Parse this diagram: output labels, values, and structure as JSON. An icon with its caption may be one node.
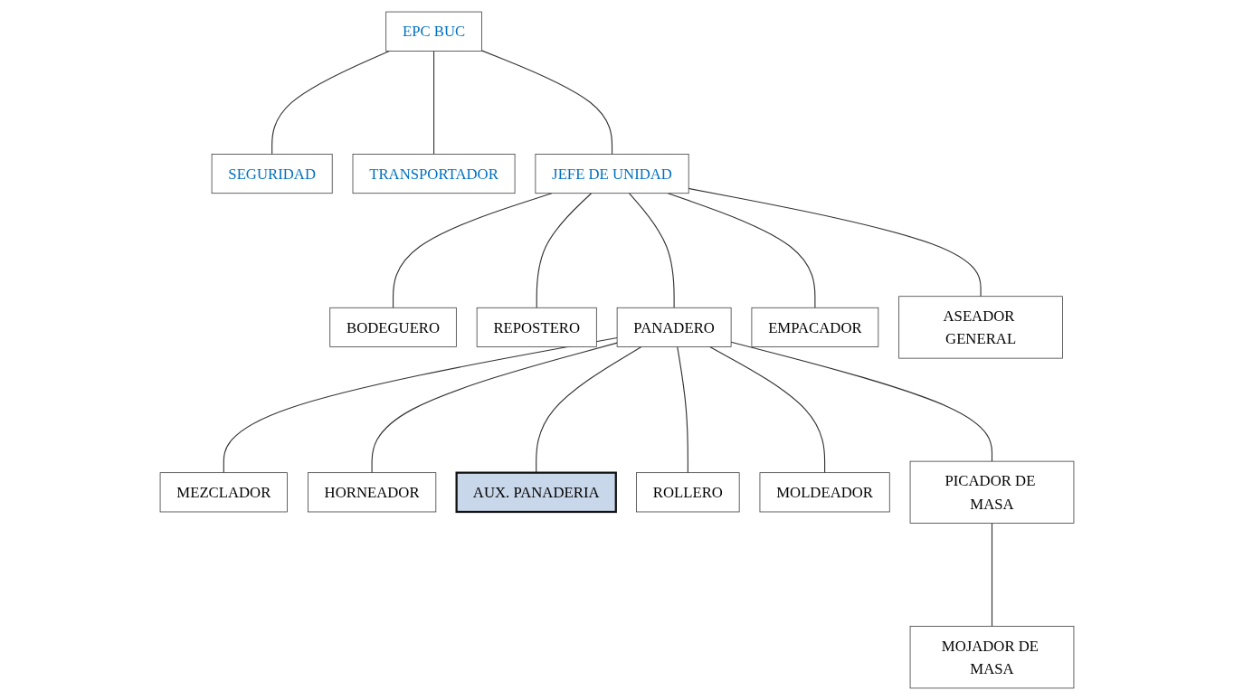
{
  "diagram": {
    "nodes": [
      {
        "text": [
          "EPC BUC"
        ]
      },
      {
        "text": [
          "SEGURIDAD"
        ]
      },
      {
        "text": [
          "TRANSPORTADOR"
        ]
      },
      {
        "text": [
          "JEFE DE UNIDAD"
        ]
      },
      {
        "text": [
          "BODEGUERO"
        ]
      },
      {
        "text": [
          "REPOSTERO"
        ]
      },
      {
        "text": [
          "PANADERO"
        ]
      },
      {
        "text": [
          "EMPACADOR"
        ]
      },
      {
        "text": [
          "ASEADOR GENERAL"
        ]
      },
      {
        "text": [
          "MEZCLADOR"
        ]
      },
      {
        "text": [
          "HORNEADOR"
        ]
      },
      {
        "text": [
          "AUX. PANADERIA"
        ]
      },
      {
        "text": [
          "ROLLERO"
        ]
      },
      {
        "text": [
          "MOLDEADOR"
        ]
      },
      {
        "text": [
          "PICADOR DE MASA"
        ]
      },
      {
        "text": [
          "MOJADOR DE MASA"
        ]
      }
    ],
    "edges": [
      {
        "from": 0,
        "to": 1,
        "arrow": "none"
      },
      {
        "from": 0,
        "to": 2,
        "arrow": "none"
      },
      {
        "from": 0,
        "to": 3,
        "arrow": "none"
      },
      {
        "from": 3,
        "to": 4,
        "arrow": "none"
      },
      {
        "from": 3,
        "to": 5,
        "arrow": "none"
      },
      {
        "from": 3,
        "to": 6,
        "arrow": "none"
      },
      {
        "from": 3,
        "to": 7,
        "arrow": "none"
      },
      {
        "from": 3,
        "to": 8,
        "arrow": "none"
      },
      {
        "from": 6,
        "to": 9,
        "arrow": "none"
      },
      {
        "from": 6,
        "to": 10,
        "arrow": "none"
      },
      {
        "from": 6,
        "to": 11,
        "arrow": "none"
      },
      {
        "from": 6,
        "to": 12,
        "arrow": "none"
      },
      {
        "from": 6,
        "to": 13,
        "arrow": "none"
      },
      {
        "from": 6,
        "to": 14,
        "arrow": "none"
      },
      {
        "from": 14,
        "to": 15,
        "arrow": "none"
      }
    ]
  }
}
